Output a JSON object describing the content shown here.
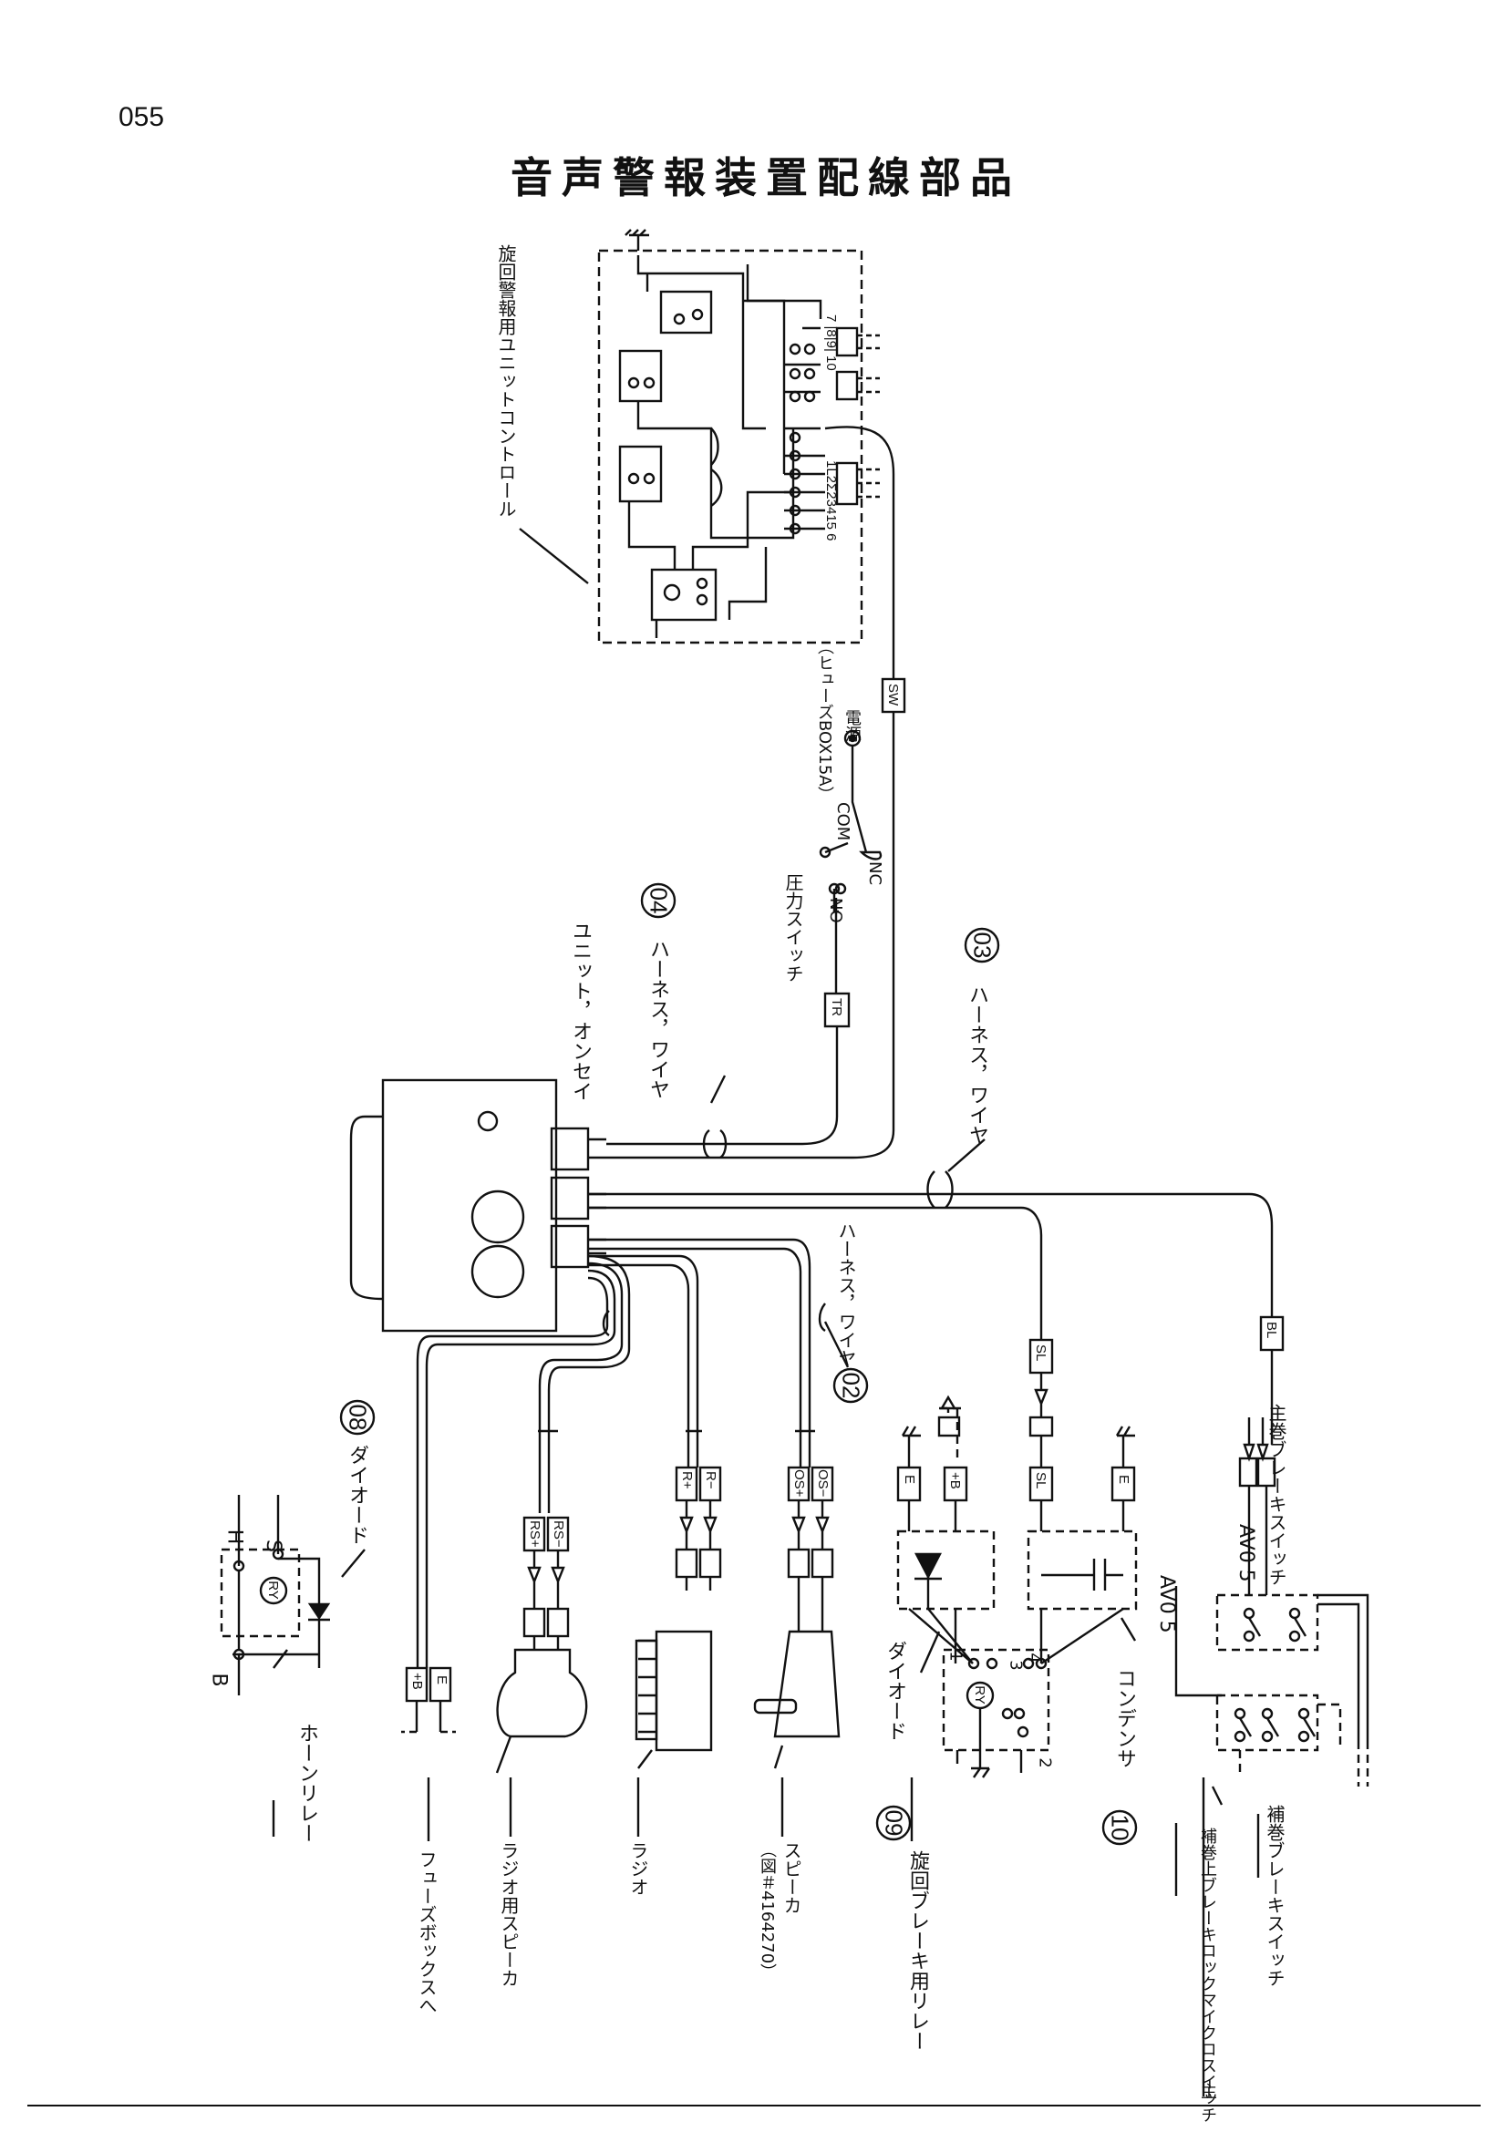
{
  "page_number": "055",
  "title": "音声警報装置配線部品",
  "labels": {
    "unit_control": "旋回警報用ユニットコントロール",
    "fuse_box": "（ヒューズBOX15A）",
    "power": "電源",
    "com": "COM",
    "nc": "NC",
    "no": "NO",
    "pressure_switch": "圧力スイッチ",
    "unit_onsei": "ユニット，オンセイ",
    "harness_04": "ハーネス，ワイヤ",
    "harness_03": "ハーネス，ワイヤ",
    "harness_02": "ハーネス，ワイヤ",
    "diode_08": "ダイオード",
    "horn_relay": "ホーンリレー",
    "to_fuse_box": "フューズボックスへ",
    "radio_speaker": "ラジオ用スピーカ",
    "radio": "ラジオ",
    "speaker": "スピーカ",
    "speaker_ref": "（図＃4164270）",
    "diode_09": "ダイオード",
    "swing_brake_relay": "旋回ブレーキ用リレー",
    "condenser": "コンデンサ",
    "av05_a": "AV0 5",
    "av05_b": "AV0 5",
    "main_winch_brake_switch": "主巻ブレーキスイッチ",
    "aux_winch_brake_switch": "補巻ブレーキスイッチ",
    "aux_lock_micro_switch": "補巻上ブレーキロックマイクロスイッチ",
    "main_prefix": "主"
  },
  "callouts": [
    "04",
    "03",
    "02",
    "08",
    "09",
    "10"
  ],
  "connectors": {
    "sw": "SW",
    "tr": "TR",
    "sl": "SL",
    "bl": "BL",
    "e": "E",
    "plus_b": "+B",
    "rs_plus": "RS+",
    "rs_minus": "RS−",
    "r_plus": "R+",
    "r_minus": "R−",
    "os_plus": "OS+",
    "os_minus": "OS−",
    "ry": "RY"
  },
  "terminals": {
    "h": "H",
    "s": "S",
    "b": "B",
    "t1": "1",
    "t2": "2",
    "t3": "3",
    "t4": "4",
    "ctrl_row": "1L2Σ23415 6",
    "ctrl_row2": "7 |8|9| 10"
  }
}
